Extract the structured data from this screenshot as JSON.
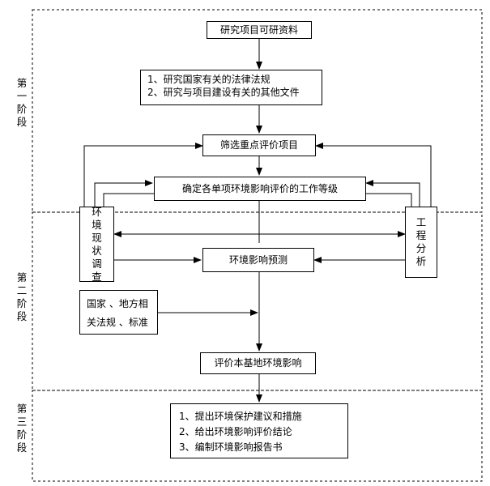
{
  "stages": [
    {
      "chars": [
        "第",
        "一",
        "阶",
        "段"
      ]
    },
    {
      "chars": [
        "第",
        "二",
        "阶",
        "段"
      ]
    },
    {
      "chars": [
        "第",
        "三",
        "阶",
        "段"
      ]
    }
  ],
  "boxes": {
    "feasibility": "研究项目可研资料",
    "research": [
      "1、研究国家有关的法律法规",
      "2、研究与项目建设有关的其他文件"
    ],
    "screening": "筛选重点评价项目",
    "grading": "确定各单项环境影响评价的工作等级",
    "env_survey": [
      "环",
      "境",
      "现",
      "状",
      "调",
      "查"
    ],
    "eng_analysis": [
      "工",
      "程",
      "分",
      "析"
    ],
    "prediction": "环境影响预测",
    "regulations": [
      "国家 、地方相",
      "关法规 、标准"
    ],
    "assessment": "评价本基地环境影响",
    "final": [
      "1、提出环境保护建议和措施",
      "2、给出环境影响评价结论",
      "3、编制环境影响报告书"
    ]
  }
}
